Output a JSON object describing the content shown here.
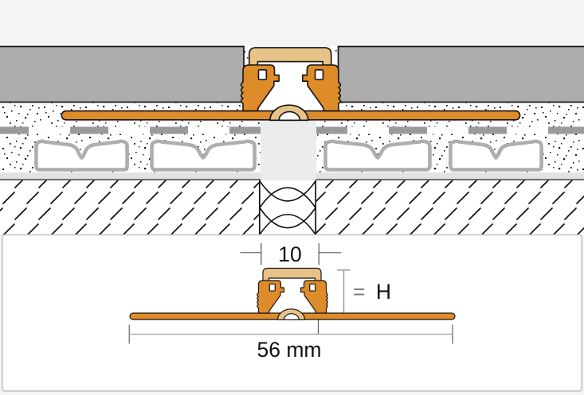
{
  "drawing": {
    "title": "movement joint profile installation cross-section",
    "dimensions": {
      "movement_zone_width": "10",
      "height_prefix": "=",
      "height_label": "H",
      "total_width": "56 mm"
    }
  },
  "colors": {
    "c-bg": "#f4f4f5",
    "c-orange": "#de8b2a",
    "c-beige": "#e9c288",
    "c-tile": "#adadad",
    "c-outline": "#141414",
    "c-insul": "#aeaeae",
    "c-dash": "#9a9a9a",
    "c-gap": "#ececed",
    "c-strip": "#e2e2e2",
    "c-divider": "#6e6e6e",
    "c-panel-border": "#c2c2c4"
  }
}
